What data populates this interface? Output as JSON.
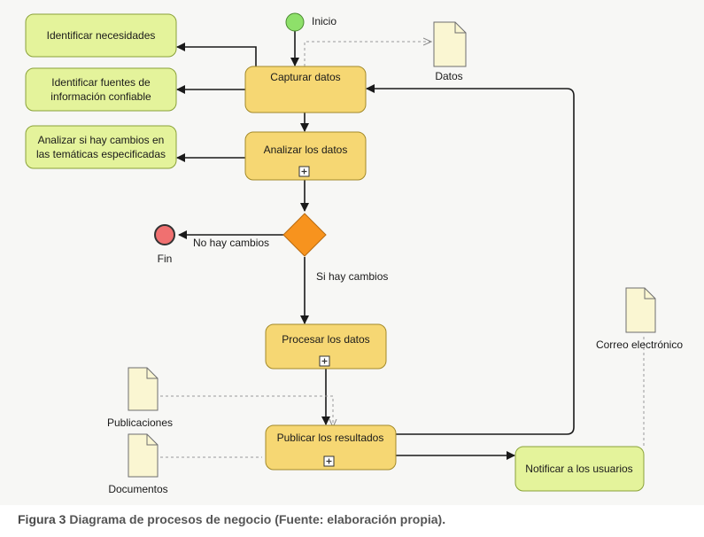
{
  "nodes": {
    "inicio": "Inicio",
    "fin": "Fin",
    "identificar_necesidades": "Identificar necesidades",
    "identificar_fuentes": [
      "Identificar fuentes de",
      "información confiable"
    ],
    "analizar_cambios": [
      "Analizar si hay cambios en",
      "las temáticas especificadas"
    ],
    "capturar_datos": "Capturar datos",
    "analizar_datos": "Analizar los datos",
    "procesar_datos": "Procesar los datos",
    "publicar_resultados": "Publicar los resultados",
    "notificar_usuarios": "Notificar a los usuarios"
  },
  "documents": {
    "datos": "Datos",
    "correo": "Correo electrónico",
    "publicaciones": "Publicaciones",
    "documentos": "Documentos"
  },
  "edges": {
    "no_hay_cambios": "No hay cambios",
    "si_hay_cambios": "Si hay cambios"
  },
  "caption": {
    "figure": "Figura 3",
    "text": "Diagrama de procesos de negocio (Fuente: elaboración propia)."
  },
  "colors": {
    "start": "#8ee06a",
    "end": "#f07070",
    "gateway": "#f7931e",
    "task_yellow": "#f6d773",
    "task_green": "#e4f39b"
  }
}
